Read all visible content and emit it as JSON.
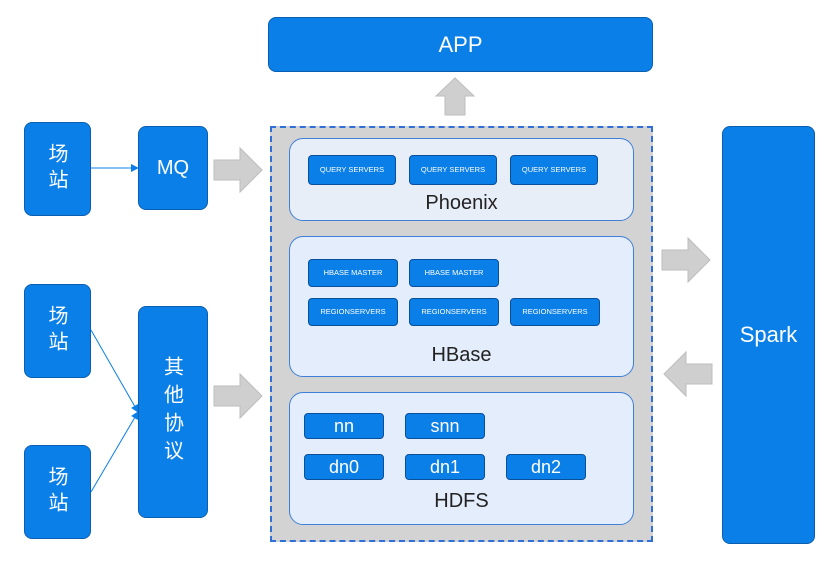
{
  "app": {
    "label": "APP"
  },
  "stations": [
    {
      "label": "场站"
    },
    {
      "label": "场站"
    },
    {
      "label": "场站"
    }
  ],
  "mq": {
    "label": "MQ"
  },
  "other_protocol": {
    "label": "其他协议"
  },
  "spark": {
    "label": "Spark"
  },
  "phoenix": {
    "label": "Phoenix",
    "servers": [
      "QUERY SERVERS",
      "QUERY SERVERS",
      "QUERY SERVERS"
    ]
  },
  "hbase": {
    "label": "HBase",
    "masters": [
      "HBASE MASTER",
      "HBASE MASTER"
    ],
    "regionservers": [
      "REGIONSERVERS",
      "REGIONSERVERS",
      "REGIONSERVERS"
    ]
  },
  "hdfs": {
    "label": "HDFS",
    "nodes": [
      "nn",
      "snn",
      "dn0",
      "dn1",
      "dn2"
    ]
  },
  "colors": {
    "node_blue": "#0b7fe8",
    "layer_fill": "#e4edfb",
    "container_fill": "#d3d3d3",
    "arrow_gray": "#cfcfcf"
  }
}
